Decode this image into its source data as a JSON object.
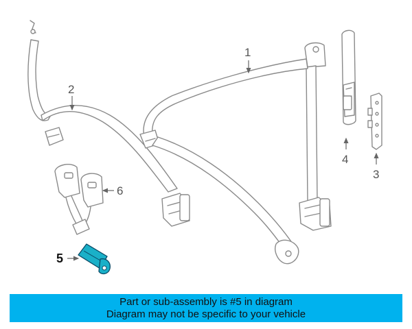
{
  "callouts": {
    "c1": "1",
    "c2": "2",
    "c3": "3",
    "c4": "4",
    "c5": "5",
    "c6": "6"
  },
  "highlight_color": "#1ab0c8",
  "banner": {
    "line1": "Part or sub-assembly is #5 in diagram",
    "line2": "Diagram may not be specific to your vehicle",
    "background": "#00b2ee"
  }
}
